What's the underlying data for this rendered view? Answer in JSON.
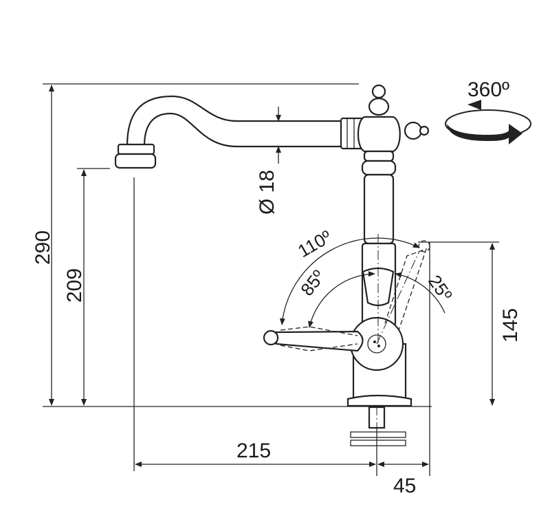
{
  "rotation": {
    "label": "360º"
  },
  "dimensions": {
    "total_height": "290",
    "spout_height": "209",
    "spout_diameter": "Ø 18",
    "handle_height": "145",
    "reach": "215",
    "handle_offset": "45"
  },
  "angles": {
    "max": "110º",
    "mid": "85º",
    "back": "25º"
  }
}
